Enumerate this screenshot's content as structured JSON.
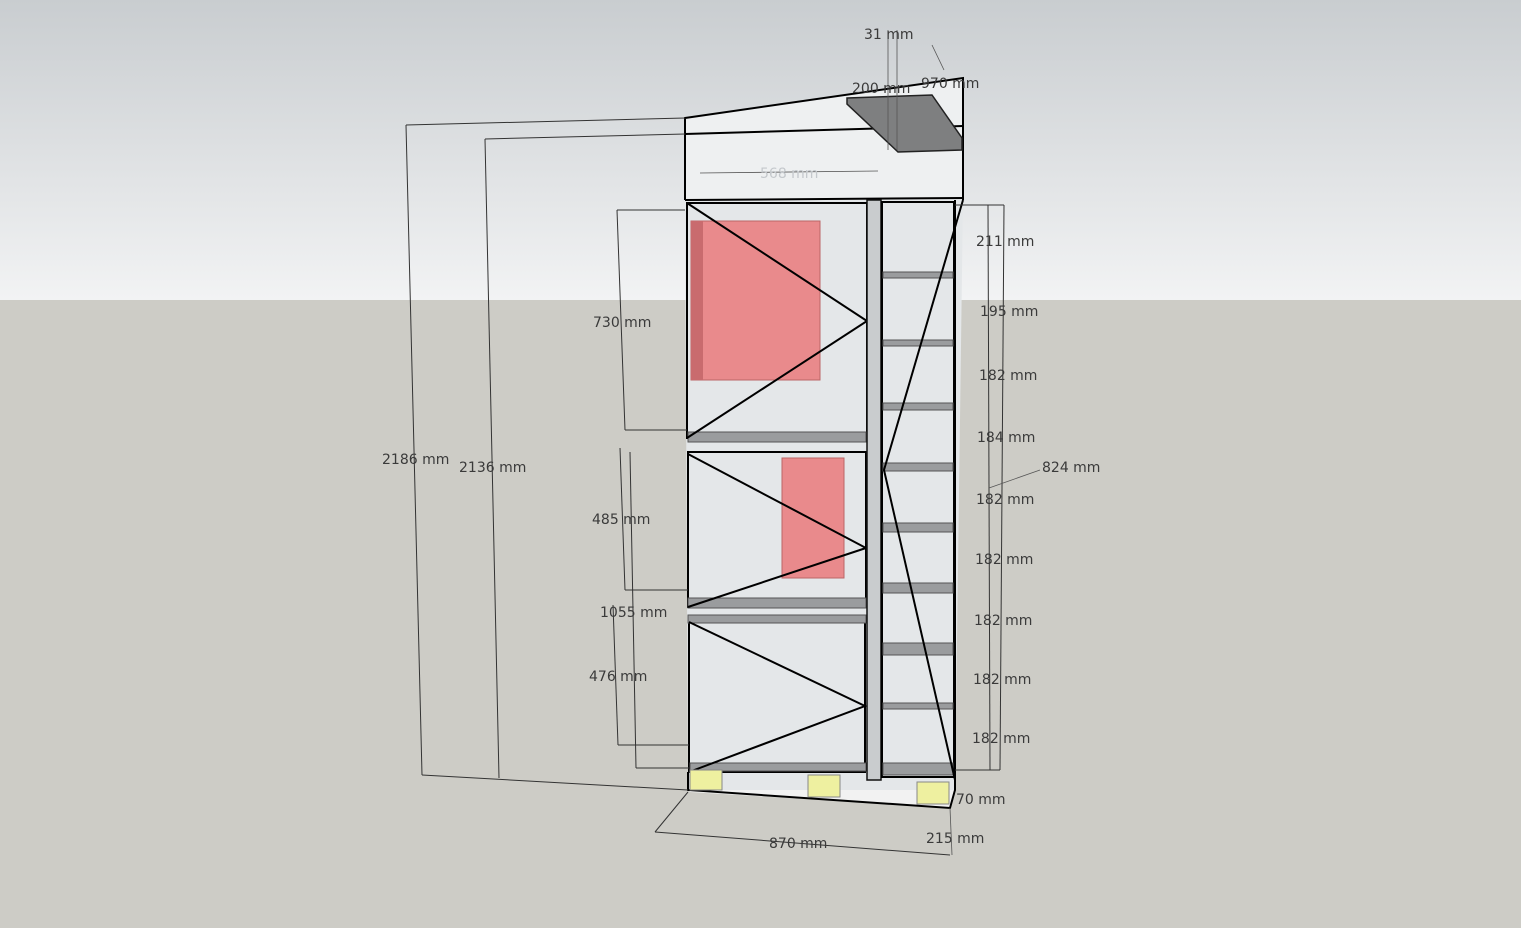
{
  "scene": {
    "sky_top": "#c9cdd0",
    "sky_bottom": "#f2f3f4",
    "ground": "#cdccc6",
    "accent_red": "#e98a8c",
    "foot_yellow": "#eef0a0"
  },
  "dimensions": {
    "top_31": "31 mm",
    "top_200": "200 mm",
    "top_970": "970 mm",
    "inner_568": "568 mm",
    "overall_2186": "2186 mm",
    "overall_2136": "2136 mm",
    "left_730": "730 mm",
    "left_485": "485 mm",
    "left_1055": "1055 mm",
    "left_476": "476 mm",
    "right_211": "211 mm",
    "right_195": "195 mm",
    "right_182a": "182 mm",
    "right_184": "184 mm",
    "right_182b": "182 mm",
    "right_824": "824 mm",
    "right_182c": "182 mm",
    "right_182d": "182 mm",
    "right_182e": "182 mm",
    "right_182f": "182 mm",
    "base_70": "70 mm",
    "base_215": "215 mm",
    "base_870": "870 mm"
  }
}
